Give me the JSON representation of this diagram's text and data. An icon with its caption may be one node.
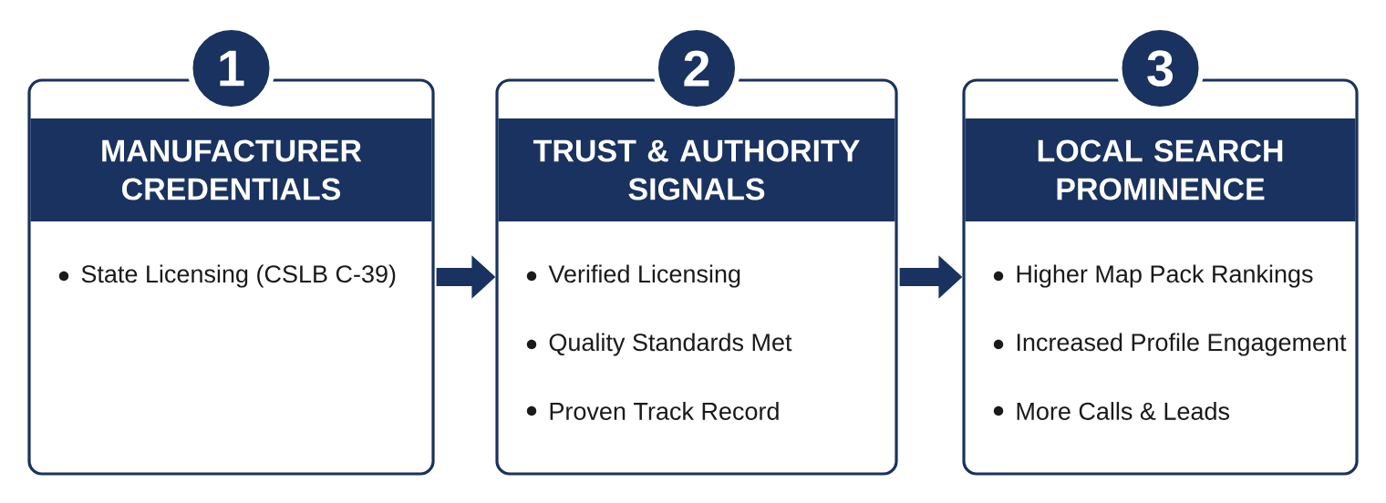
{
  "diagram": {
    "nodes": [
      {
        "text": [
          "1"
        ]
      },
      {
        "text": [
          "MANUFACTURER CREDENTIALS",
          "State Licensing (CSLB C-39)"
        ]
      },
      {
        "text": [
          "2"
        ]
      },
      {
        "text": [
          "TRUST & AUTHORITY SIGNALS",
          "Verified Licensing",
          "Quality Standards Met",
          "Proven Track Record"
        ]
      },
      {
        "text": [
          "3"
        ]
      },
      {
        "text": [
          "LOCAL SEARCH PROMINENCE",
          "Higher Map Pack Rankings",
          "Increased Profile Engagement",
          "More Calls & Leads"
        ]
      }
    ],
    "edges": [
      {
        "from": 1,
        "to": 3,
        "arrow": "to"
      },
      {
        "from": 3,
        "to": 5,
        "arrow": "to"
      }
    ]
  }
}
